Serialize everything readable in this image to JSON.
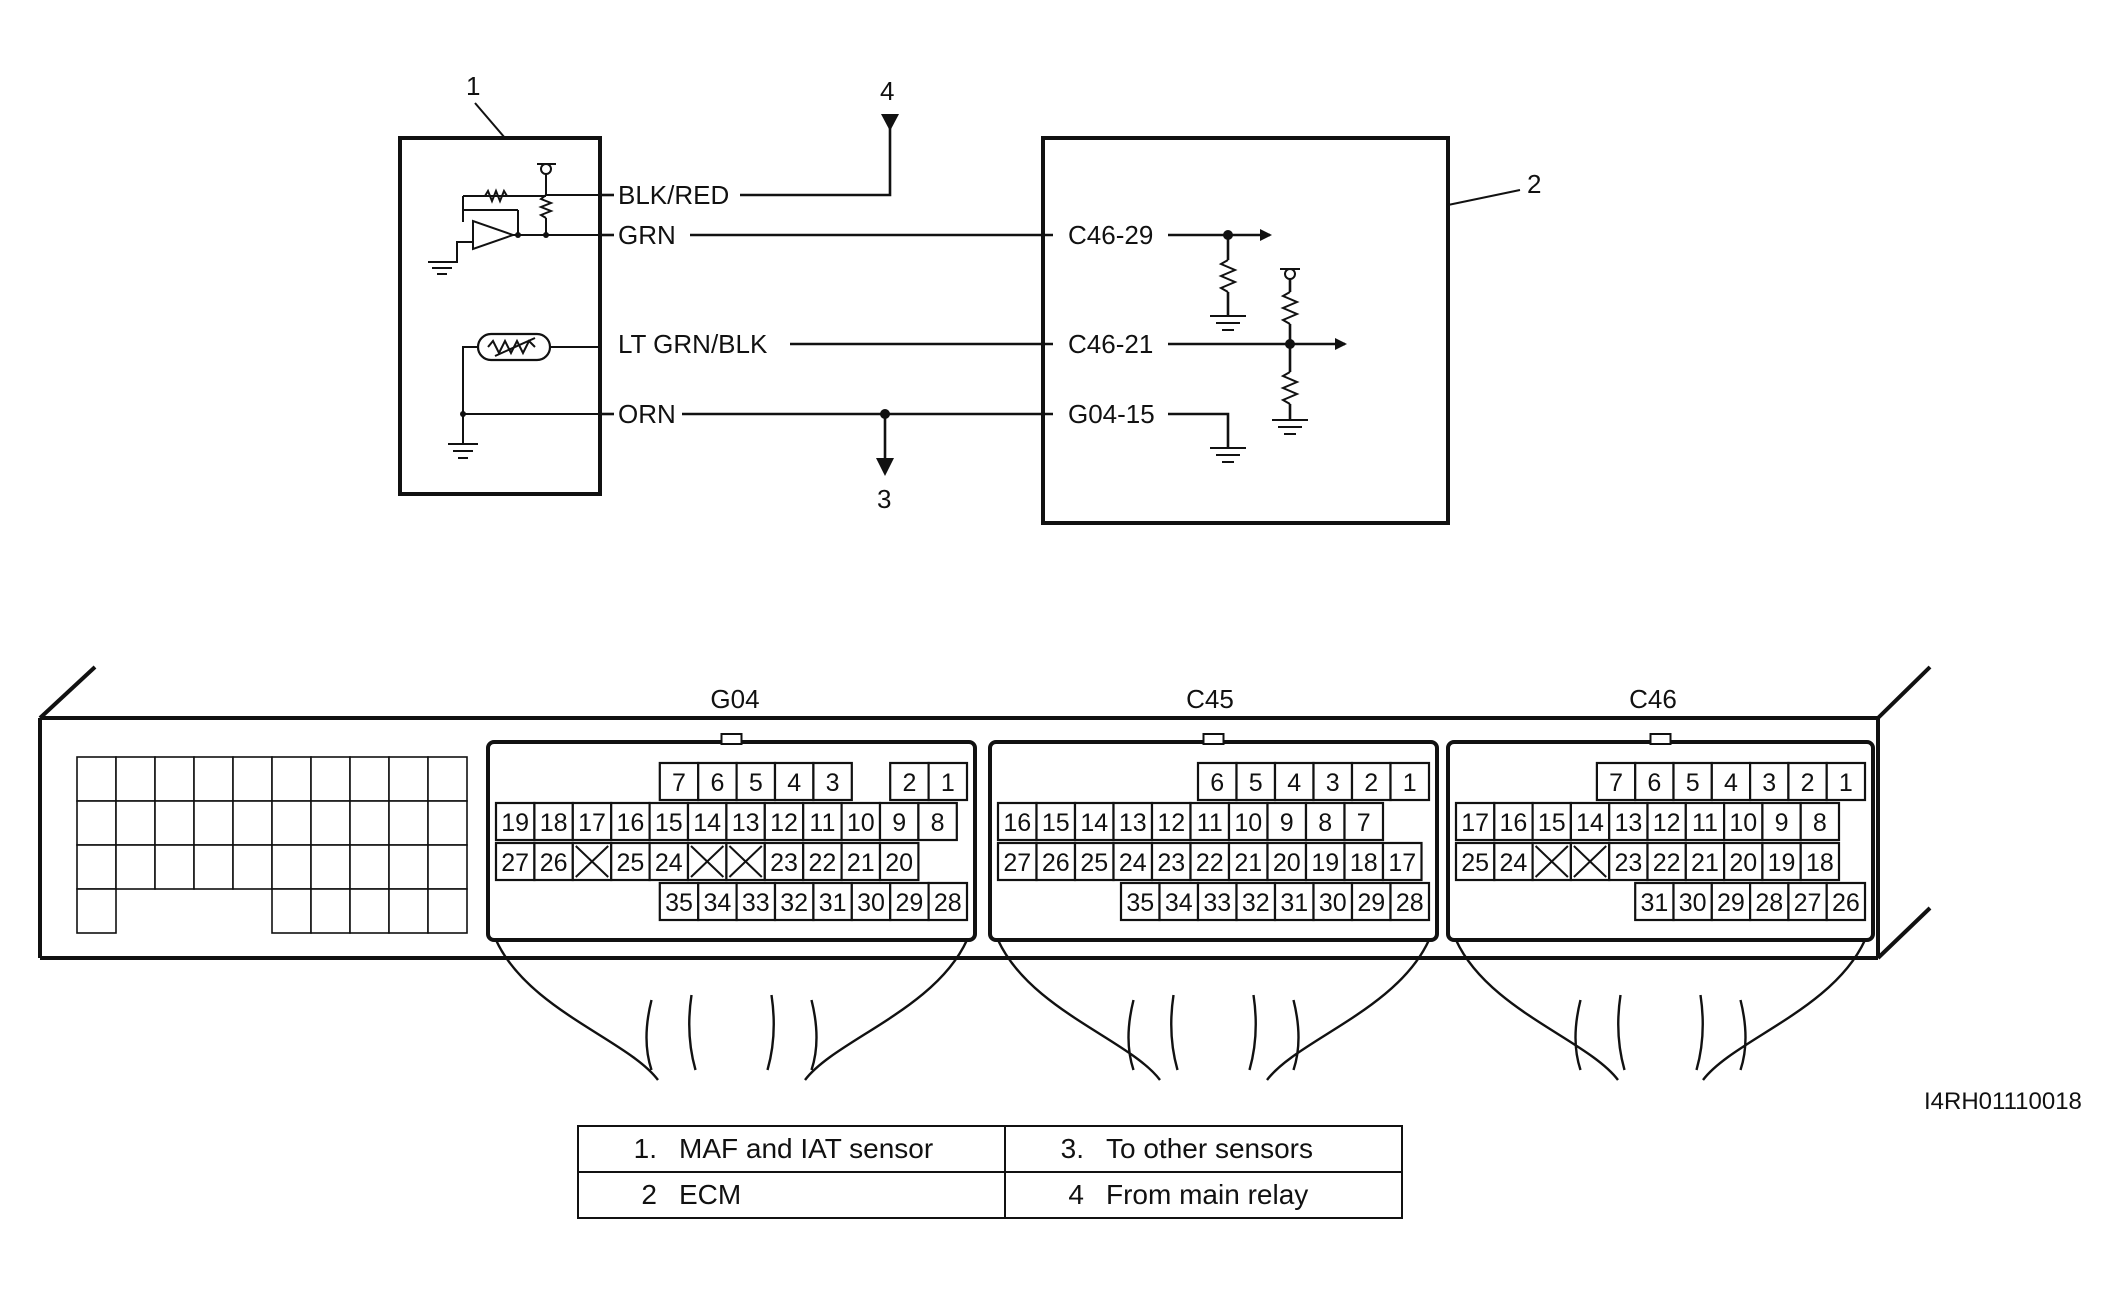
{
  "callouts": {
    "sensor": "1",
    "ecm": "2",
    "other_sensors": "3",
    "main_relay": "4"
  },
  "wires": {
    "blk_red": "BLK/RED",
    "grn": "GRN",
    "lt_grn_blk": "LT GRN/BLK",
    "orn": "ORN"
  },
  "ecm_terminals": {
    "c46_29": "C46-29",
    "c46_21": "C46-21",
    "g04_15": "G04-15"
  },
  "connectors": [
    {
      "name": "G04",
      "rows": [
        [
          "7",
          "6",
          "5",
          "4",
          "3",
          "",
          "2",
          "1"
        ],
        [
          "19",
          "18",
          "17",
          "16",
          "15",
          "14",
          "13",
          "12",
          "11",
          "10",
          "9",
          "8"
        ],
        [
          "27",
          "26",
          "X",
          "25",
          "24",
          "X",
          "X",
          "23",
          "22",
          "21",
          "20"
        ],
        [
          "35",
          "34",
          "33",
          "32",
          "31",
          "30",
          "29",
          "28"
        ]
      ]
    },
    {
      "name": "C45",
      "rows": [
        [
          "6",
          "5",
          "4",
          "3",
          "2",
          "1"
        ],
        [
          "16",
          "15",
          "14",
          "13",
          "12",
          "11",
          "10",
          "9",
          "8",
          "7"
        ],
        [
          "27",
          "26",
          "25",
          "24",
          "23",
          "22",
          "21",
          "20",
          "19",
          "18",
          "17"
        ],
        [
          "35",
          "34",
          "33",
          "32",
          "31",
          "30",
          "29",
          "28"
        ]
      ]
    },
    {
      "name": "C46",
      "rows": [
        [
          "7",
          "6",
          "5",
          "4",
          "3",
          "2",
          "1"
        ],
        [
          "17",
          "16",
          "15",
          "14",
          "13",
          "12",
          "11",
          "10",
          "9",
          "8"
        ],
        [
          "25",
          "24",
          "X",
          "X",
          "23",
          "22",
          "21",
          "20",
          "19",
          "18"
        ],
        [
          "31",
          "30",
          "29",
          "28",
          "27",
          "26"
        ]
      ]
    }
  ],
  "figure_code": "I4RH01110018",
  "legend": [
    [
      {
        "num": "1.",
        "text": "MAF and IAT sensor"
      },
      {
        "num": "3.",
        "text": "To other sensors"
      }
    ],
    [
      {
        "num": "2",
        "text": "ECM"
      },
      {
        "num": "4",
        "text": "From main relay"
      }
    ]
  ]
}
